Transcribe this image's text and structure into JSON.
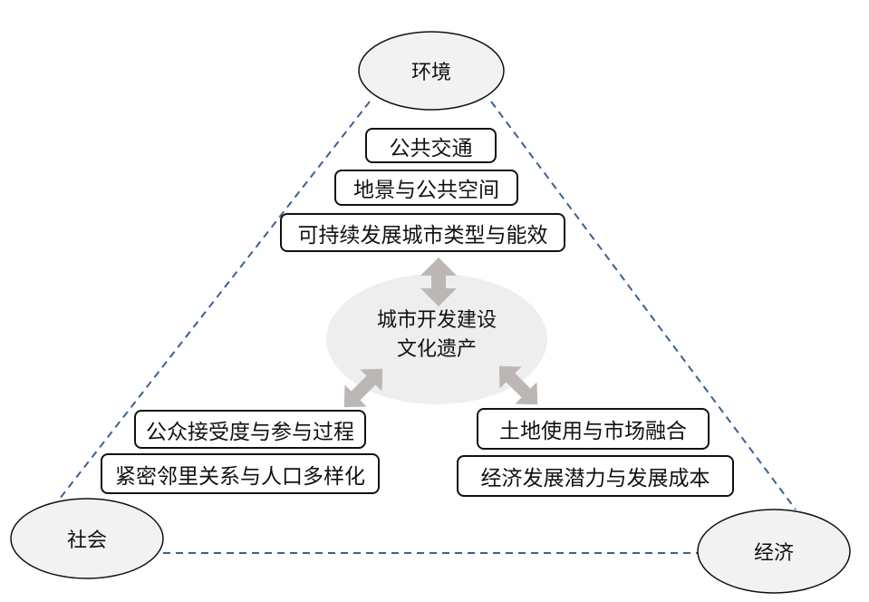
{
  "nodes": {
    "top": "环境",
    "left": "社会",
    "right": "经济"
  },
  "center": {
    "line1": "城市开发建设",
    "line2": "文化遗产"
  },
  "top_boxes": [
    "公共交通",
    "地景与公共空间",
    "可持续发展城市类型与能效"
  ],
  "left_boxes": [
    "公众接受度与参与过程",
    "紧密邻里关系与人口多样化"
  ],
  "right_boxes": [
    "土地使用与市场融合",
    "经济发展潜力与发展成本"
  ],
  "colors": {
    "dashed_line": "#3a5f92",
    "arrow": "#bcb7b5",
    "center_fill": "#efeeee"
  }
}
